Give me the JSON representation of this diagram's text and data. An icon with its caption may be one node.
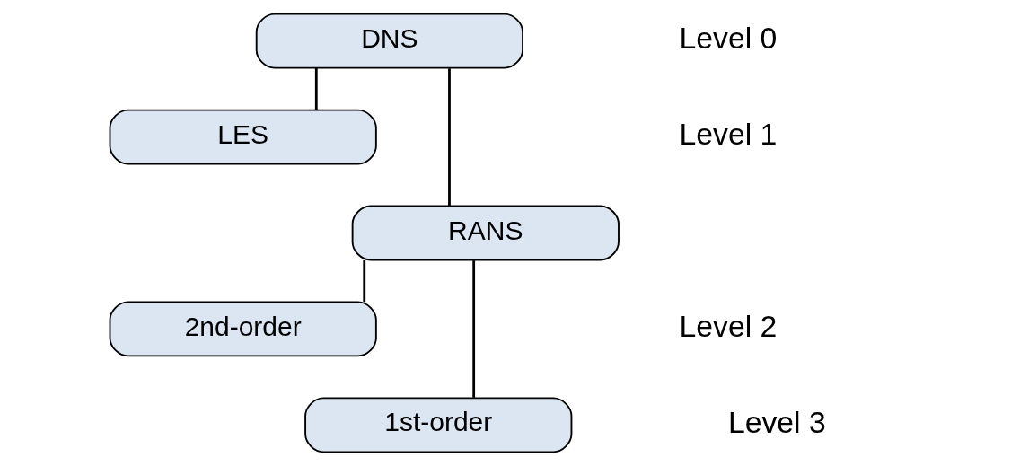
{
  "diagram": {
    "nodes": [
      {
        "text": [
          "DNS"
        ]
      },
      {
        "text": [
          "LES"
        ]
      },
      {
        "text": [
          "RANS"
        ]
      },
      {
        "text": [
          "2nd-order"
        ]
      },
      {
        "text": [
          "1st-order"
        ]
      }
    ],
    "edges": [
      {
        "from": 0,
        "to": 1,
        "arrow": "none"
      },
      {
        "from": 0,
        "to": 2,
        "arrow": "none"
      },
      {
        "from": 2,
        "to": 3,
        "arrow": "none"
      },
      {
        "from": 2,
        "to": 4,
        "arrow": "none"
      }
    ],
    "labels": [
      "Level 0",
      "Level 1",
      "Level 2",
      "Level 3"
    ]
  }
}
